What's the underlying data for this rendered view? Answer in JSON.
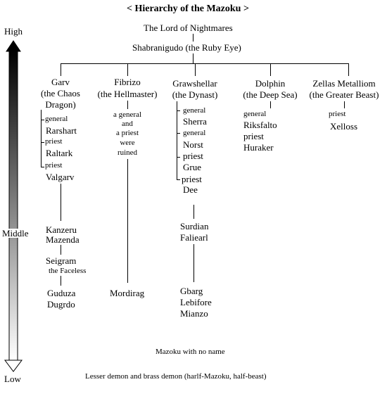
{
  "title": "< Hierarchy of the Mazoku >",
  "top": {
    "lord": "The Lord of Nightmares",
    "shabranigudo": "Shabranigudo (the Ruby Eye)"
  },
  "scale": {
    "high": "High",
    "middle": "Middle",
    "low": "Low"
  },
  "garv": {
    "name": [
      "Garv",
      "(the Chaos",
      "Dragon)"
    ],
    "members": [
      {
        "role": "general",
        "name": "Rarshart"
      },
      {
        "role": "priest",
        "name": "Raltark"
      },
      {
        "role": "priest",
        "name": "Valgarv"
      }
    ],
    "middle": [
      "Kanzeru",
      "Mazenda",
      "Seigram",
      "the Faceless"
    ],
    "lower": [
      "Guduza",
      "Dugrdo"
    ]
  },
  "fibrizo": {
    "name": [
      "Fibrizo",
      "(the Hellmaster)"
    ],
    "note": [
      "a general",
      "and",
      "a priest",
      "were",
      "ruined"
    ],
    "lower": [
      "Mordirag"
    ]
  },
  "grawshellar": {
    "name": [
      "Grawshellar",
      "(the Dynast)"
    ],
    "members": [
      {
        "role": "general",
        "name": "Sherra"
      },
      {
        "role": "general",
        "name": "Norst"
      },
      {
        "role": "priest",
        "name": "Grue"
      },
      {
        "role": "priest",
        "name": "Dee"
      }
    ],
    "middle": [
      "Surdian",
      "Faliearl"
    ],
    "lower": [
      "Gbarg",
      "Lebifore",
      "Mianzo"
    ]
  },
  "dolphin": {
    "name": [
      "Dolphin",
      "(the Deep Sea)"
    ],
    "members": [
      {
        "role": "general",
        "name": "Riksfalto"
      },
      {
        "role": "priest",
        "name": "Huraker"
      }
    ]
  },
  "zellas": {
    "name": [
      "Zellas Metalliom",
      "(the Greater Beast)"
    ],
    "members": [
      {
        "role": "priest",
        "name": "Xelloss"
      }
    ]
  },
  "bottom": {
    "noname": "Mazoku with no name",
    "lesser": "Lesser demon and brass demon (harlf-Mazoku, half-beast)"
  },
  "colors": {
    "line": "#000000",
    "arrow_top": "#000000",
    "arrow_bottom": "#ffffff"
  }
}
